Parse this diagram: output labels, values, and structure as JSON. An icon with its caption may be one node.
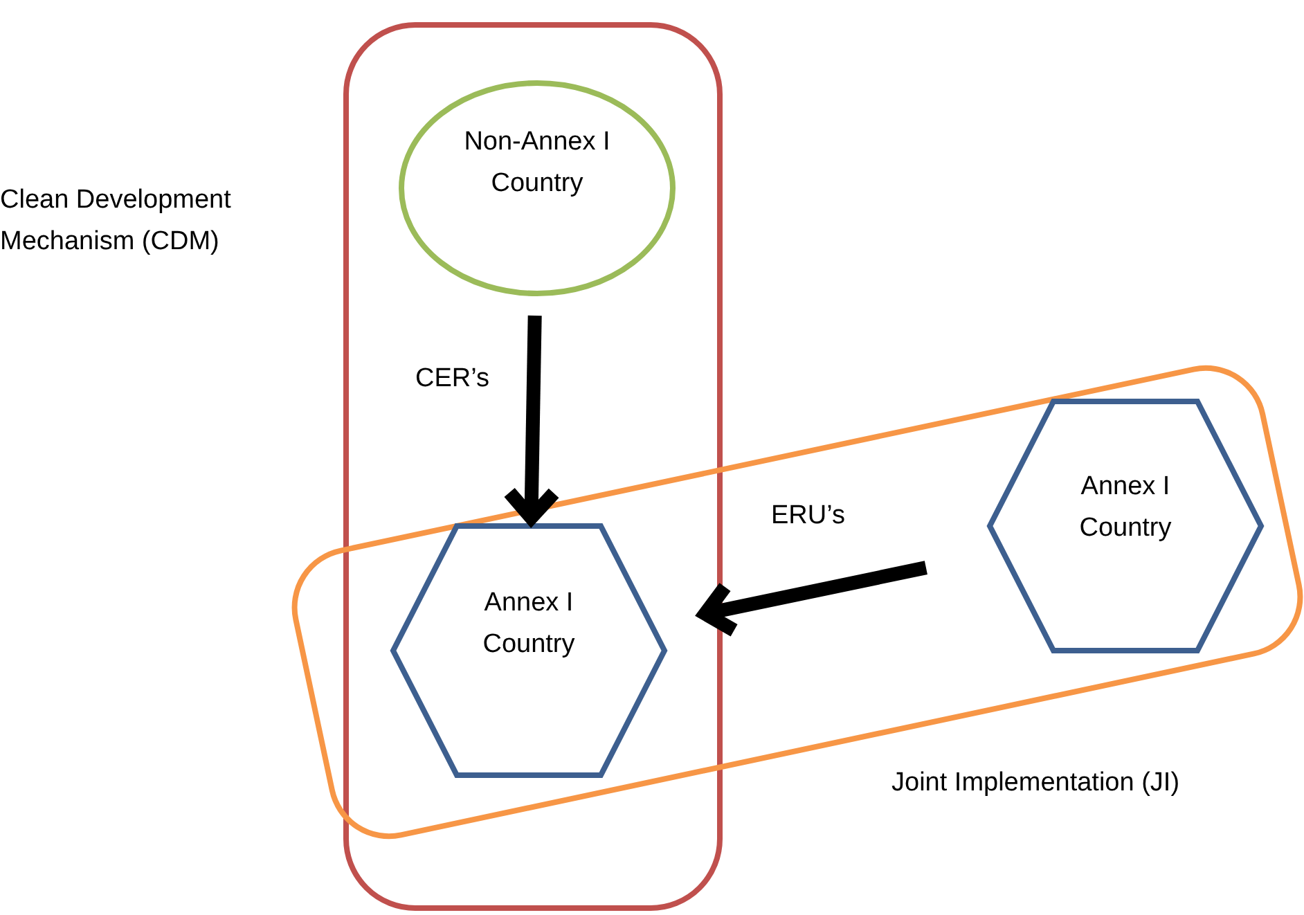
{
  "diagram": {
    "nodes": [
      {
        "text": [
          "Clean Development Mechanism (CDM)"
        ]
      },
      {
        "text": [
          "Joint Implementation (JI)"
        ]
      },
      {
        "text": [
          "Non-Annex I Country"
        ],
        "in": 0
      },
      {
        "text": [
          "Annex I Country"
        ]
      },
      {
        "text": [
          "Annex I Country"
        ],
        "in": 1
      }
    ],
    "edges": [
      {
        "from": 2,
        "to": 3,
        "arrow": "to",
        "label": "CER’s"
      },
      {
        "from": 4,
        "to": 3,
        "arrow": "to",
        "label": "ERU’s"
      }
    ]
  }
}
